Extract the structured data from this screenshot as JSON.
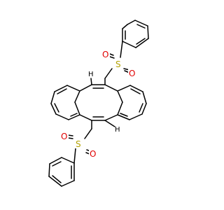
{
  "molecule": {
    "atom_labels": {
      "sulfur": "S",
      "oxygen": "O",
      "hydrogen": "H"
    },
    "colors": {
      "bond": "#000000",
      "sulfur": "#b3a100",
      "oxygen": "#e00000",
      "hydrogen": "#000000",
      "background": "#ffffff"
    }
  }
}
